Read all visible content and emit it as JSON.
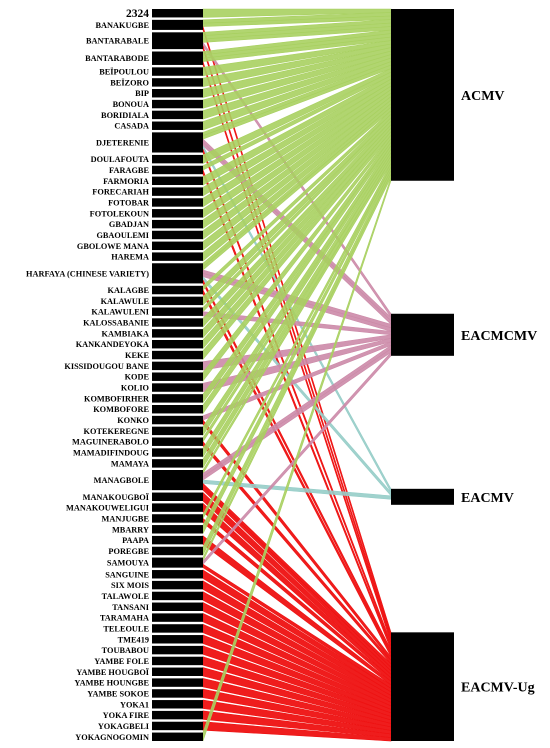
{
  "diagram": {
    "type": "sankey",
    "colors": {
      "ACMV": "#a8d060",
      "EACMCMV": "#cc8aa8",
      "EACMV": "#96cdc8",
      "EACMV-Ug": "#ee1111",
      "node": "#000000"
    },
    "targets": [
      {
        "id": "ACMV",
        "label": "ACMV"
      },
      {
        "id": "EACMCMV",
        "label": "EACMCMV"
      },
      {
        "id": "EACMV",
        "label": "EACMV"
      },
      {
        "id": "EACMV-Ug",
        "label": "EACMV-Ug"
      }
    ],
    "sources": [
      {
        "label": "2324",
        "links": [
          "ACMV"
        ]
      },
      {
        "label": "BANAKUGBE",
        "links": [
          "ACMV",
          "ACMV",
          "EACMV-Ug"
        ]
      },
      {
        "label": "BANTARABALE",
        "links": [
          "ACMV",
          "ACMV",
          "ACMV",
          "EACMCMV",
          "EACMV-Ug"
        ]
      },
      {
        "label": "BANTARABODE",
        "links": [
          "ACMV",
          "ACMV",
          "ACMV",
          "EACMV-Ug"
        ]
      },
      {
        "label": "BEÏPOULOU",
        "links": [
          "ACMV"
        ]
      },
      {
        "label": "BEÏZORO",
        "links": [
          "ACMV"
        ]
      },
      {
        "label": "BIP",
        "links": [
          "ACMV"
        ]
      },
      {
        "label": "BONOUA",
        "links": [
          "ACMV"
        ]
      },
      {
        "label": "BORIDIALA",
        "links": [
          "ACMV"
        ]
      },
      {
        "label": "CASADA",
        "links": [
          "ACMV"
        ]
      },
      {
        "label": "DJETERENIE",
        "links": [
          "ACMV",
          "ACMV",
          "EACMCMV",
          "EACMCMV",
          "EACMV",
          "EACMV-Ug"
        ]
      },
      {
        "label": "DOULAFOUTA",
        "links": [
          "ACMV"
        ]
      },
      {
        "label": "FARAGBE",
        "links": [
          "ACMV",
          "EACMV-Ug"
        ]
      },
      {
        "label": "FARMORIA",
        "links": [
          "ACMV"
        ]
      },
      {
        "label": "FORECARIAH",
        "links": [
          "ACMV"
        ]
      },
      {
        "label": "FOTOBAR",
        "links": [
          "ACMV"
        ]
      },
      {
        "label": "FOTOLEKOUN",
        "links": [
          "ACMV"
        ]
      },
      {
        "label": "GBADJAN",
        "links": [
          "ACMV"
        ]
      },
      {
        "label": "GBAOULEMI",
        "links": [
          "ACMV"
        ]
      },
      {
        "label": "GBOLOWE MANA",
        "links": [
          "ACMV"
        ]
      },
      {
        "label": "HAREMA",
        "links": [
          "ACMV"
        ]
      },
      {
        "label": "HARFAYA (CHINESE VARIETY)",
        "links": [
          "ACMV",
          "ACMV",
          "EACMCMV",
          "EACMCMV",
          "EACMV",
          "EACMV-Ug"
        ]
      },
      {
        "label": "KALAGBE",
        "links": [
          "ACMV",
          "EACMV-Ug"
        ]
      },
      {
        "label": "KALAWULE",
        "links": [
          "ACMV"
        ]
      },
      {
        "label": "KALAWULENI",
        "links": [
          "ACMV",
          "EACMCMV"
        ]
      },
      {
        "label": "KALOSSABANIE",
        "links": [
          "ACMV"
        ]
      },
      {
        "label": "KAMBIAKA",
        "links": [
          "ACMV"
        ]
      },
      {
        "label": "KANKANDEYOKA",
        "links": [
          "ACMV"
        ]
      },
      {
        "label": "KEKE",
        "links": [
          "ACMV"
        ]
      },
      {
        "label": "KISSIDOUGOU BANE",
        "links": [
          "EACMCMV"
        ]
      },
      {
        "label": "KODE",
        "links": [
          "ACMV"
        ]
      },
      {
        "label": "KOLIO",
        "links": [
          "EACMCMV"
        ]
      },
      {
        "label": "KOMBOFIRHER",
        "links": [
          "ACMV"
        ]
      },
      {
        "label": "KOMBOFORE",
        "links": [
          "ACMV"
        ]
      },
      {
        "label": "KONKO",
        "links": [
          "EACMCMV",
          "EACMV-Ug"
        ]
      },
      {
        "label": "KOTEKEREGNE",
        "links": [
          "ACMV"
        ]
      },
      {
        "label": "MAGUINERABOLO",
        "links": [
          "ACMV",
          "EACMV-Ug"
        ]
      },
      {
        "label": "MAMADIFINDOUG",
        "links": [
          "ACMV"
        ]
      },
      {
        "label": "MAMAYA",
        "links": [
          "ACMV"
        ]
      },
      {
        "label": "MANAGBOLE",
        "links": [
          "ACMV",
          "EACMCMV",
          "EACMCMV",
          "EACMV",
          "EACMV-Ug",
          "EACMV-Ug"
        ]
      },
      {
        "label": "MANAKOUGBOÏ",
        "links": [
          "EACMV-Ug"
        ]
      },
      {
        "label": "MANAKOUWELIGUI",
        "links": [
          "EACMV-Ug"
        ]
      },
      {
        "label": "MANJUGBE",
        "links": [
          "ACMV",
          "EACMV-Ug"
        ]
      },
      {
        "label": "MBARRY",
        "links": [
          "ACMV"
        ]
      },
      {
        "label": "PAAPA",
        "links": [
          "EACMV-Ug"
        ]
      },
      {
        "label": "POREGBE",
        "links": [
          "ACMV"
        ]
      },
      {
        "label": "SAMOUYA",
        "links": [
          "ACMV",
          "EACMCMV",
          "EACMV-Ug"
        ]
      },
      {
        "label": "SANGUINE",
        "links": [
          "EACMV-Ug"
        ]
      },
      {
        "label": "SIX MOIS",
        "links": [
          "EACMV-Ug"
        ]
      },
      {
        "label": "TALAWOLE",
        "links": [
          "EACMV-Ug"
        ]
      },
      {
        "label": "TANSANI",
        "links": [
          "EACMV-Ug"
        ]
      },
      {
        "label": "TARAMAHA",
        "links": [
          "EACMV-Ug"
        ]
      },
      {
        "label": "TELEOULE",
        "links": [
          "EACMV-Ug"
        ]
      },
      {
        "label": "TME419",
        "links": [
          "EACMV-Ug"
        ]
      },
      {
        "label": "TOUBABOU",
        "links": [
          "EACMV-Ug"
        ]
      },
      {
        "label": "YAMBE FOLE",
        "links": [
          "EACMV-Ug"
        ]
      },
      {
        "label": "YAMBE HOUGBOÏ",
        "links": [
          "EACMV-Ug"
        ]
      },
      {
        "label": "YAMBE HOUNGBE",
        "links": [
          "EACMV-Ug"
        ]
      },
      {
        "label": "YAMBE SOKOE",
        "links": [
          "EACMV-Ug"
        ]
      },
      {
        "label": "YOKA1",
        "links": [
          "EACMV-Ug"
        ]
      },
      {
        "label": "YOKA FIRE",
        "links": [
          "EACMV-Ug"
        ]
      },
      {
        "label": "YOKAGBELI",
        "links": [
          "EACMV-Ug"
        ]
      },
      {
        "label": "YOKAGNOGOMIN",
        "links": [
          "ACMV"
        ]
      }
    ]
  }
}
